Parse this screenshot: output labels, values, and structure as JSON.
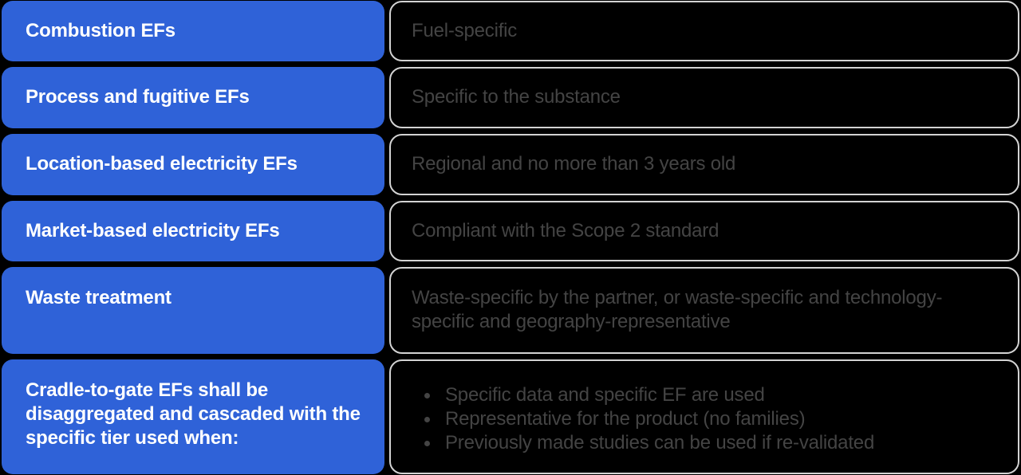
{
  "colors": {
    "background": "#000000",
    "accent_blue": "#2f62d8",
    "cell_border": "#d3d3d3",
    "muted_text": "#444444",
    "label_text": "#ffffff"
  },
  "table": {
    "description_semantic": "Emission factor (EF) requirements table",
    "rows": [
      {
        "label": "Combustion EFs",
        "value": "Fuel-specific"
      },
      {
        "label": "Process and fugitive EFs",
        "value": "Specific to the substance"
      },
      {
        "label": "Location-based electricity EFs",
        "value": "Regional and no more than 3 years old"
      },
      {
        "label": "Market-based electricity EFs",
        "value": "Compliant with the Scope 2 standard"
      },
      {
        "label": "Waste treatment",
        "value": "Waste-specific by the partner, or waste-specific and technology-specific and geography-representative"
      },
      {
        "label": "Cradle-to-gate EFs shall be disaggregated and cascaded with the specific tier used when:",
        "bullets": [
          "Specific data and specific EF are used",
          "Representative for the product (no families)",
          "Previously made studies can be used if re-validated"
        ]
      }
    ]
  }
}
